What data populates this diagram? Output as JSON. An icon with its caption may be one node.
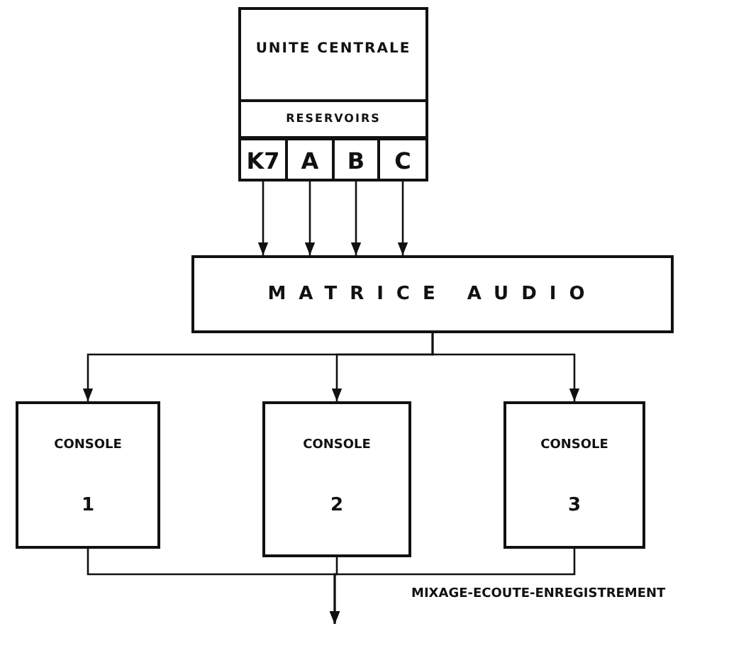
{
  "diagram": {
    "nodes": [
      {
        "text": [
          "UNITE CENTRALE"
        ]
      },
      {
        "text": [
          "RESERVOIRS"
        ],
        "in": 0
      },
      {
        "text": [
          "K7"
        ],
        "in": 0
      },
      {
        "text": [
          "A"
        ],
        "in": 0
      },
      {
        "text": [
          "B"
        ],
        "in": 0
      },
      {
        "text": [
          "C"
        ],
        "in": 0
      },
      {
        "text": [
          "MATRICE AUDIO"
        ]
      },
      {
        "text": [
          "CONSOLE",
          "1"
        ]
      },
      {
        "text": [
          "CONSOLE",
          "2"
        ]
      },
      {
        "text": [
          "CONSOLE",
          "3"
        ]
      }
    ],
    "edges": [
      {
        "from": 2,
        "to": 6,
        "arrow": "to"
      },
      {
        "from": 3,
        "to": 6,
        "arrow": "to"
      },
      {
        "from": 4,
        "to": 6,
        "arrow": "to"
      },
      {
        "from": 5,
        "to": 6,
        "arrow": "to"
      },
      {
        "from": 6,
        "to": 7,
        "arrow": "to"
      },
      {
        "from": 6,
        "to": 8,
        "arrow": "to"
      },
      {
        "from": 6,
        "to": 9,
        "arrow": "to"
      },
      {
        "from": 7,
        "to": null,
        "arrow": "to"
      },
      {
        "from": 8,
        "to": null,
        "arrow": "to"
      },
      {
        "from": 9,
        "to": null,
        "arrow": "to"
      }
    ],
    "labels": [
      "MIXAGE-ECOUTE-ENREGISTREMENT"
    ]
  }
}
